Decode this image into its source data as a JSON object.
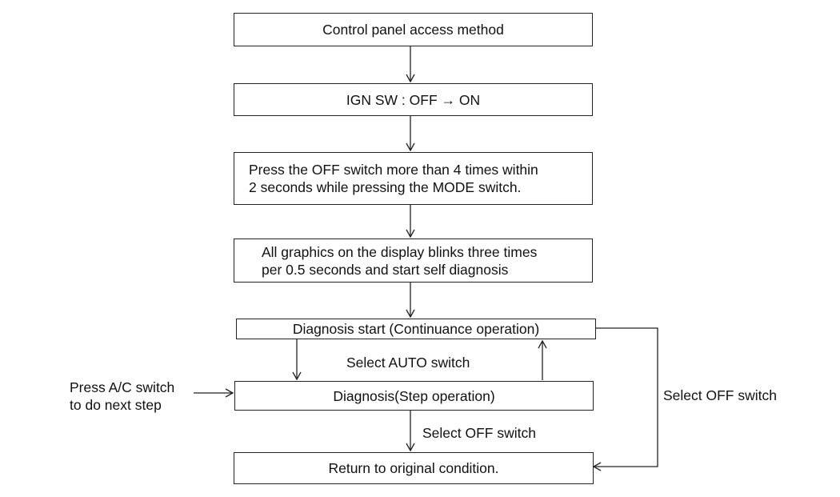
{
  "diagram": {
    "nodes": {
      "access_method": "Control panel access method",
      "ign_sw": "IGN SW : OFF → ON",
      "press_off": {
        "line1": "Press the OFF switch more than 4 times within",
        "line2": "2 seconds while pressing the MODE switch."
      },
      "graphics_blink": {
        "line1": "All graphics on the display blinks three times",
        "line2": "per 0.5 seconds and start self diagnosis"
      },
      "diagnosis_start": "Diagnosis start (Continuance operation)",
      "diagnosis_step": "Diagnosis(Step operation)",
      "return_original": "Return to original condition."
    },
    "labels": {
      "select_auto": "Select AUTO switch",
      "press_ac": {
        "line1": "Press A/C switch",
        "line2": "to do next step"
      },
      "select_off_right": "Select OFF switch",
      "select_off_bottom": "Select OFF switch"
    },
    "colors": {
      "line": "#222222"
    }
  }
}
